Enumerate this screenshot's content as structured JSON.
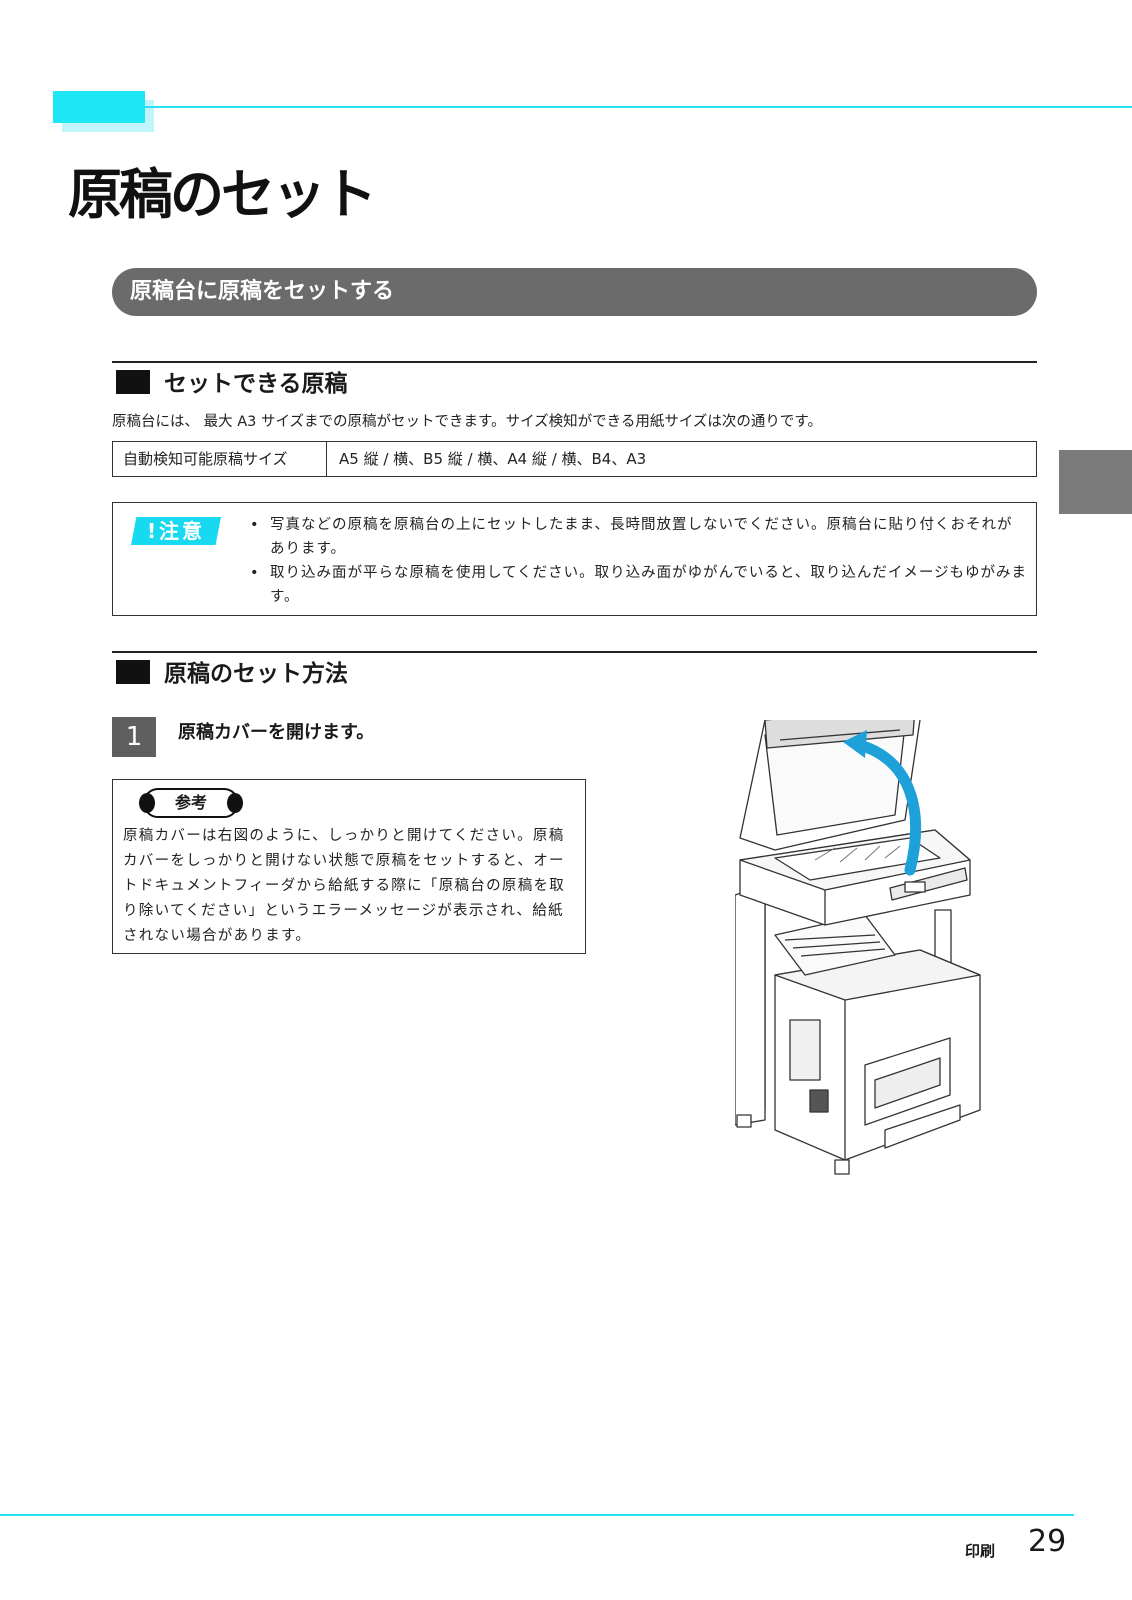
{
  "page": {
    "title": "原稿のセット",
    "section_title": "原稿台に原稿をセットする"
  },
  "subsection1": {
    "heading": "セットできる原稿",
    "intro": "原稿台には、 最大 A3 サイズまでの原稿がセットできます。サイズ検知ができる用紙サイズは次の通りです。",
    "table": {
      "label": "自動検知可能原稿サイズ",
      "value": "A5 縦 / 横、B5 縦 / 横、A4 縦 / 横、B4、A3"
    }
  },
  "caution": {
    "badge": "!注意",
    "items": [
      "写真などの原稿を原稿台の上にセットしたまま、長時間放置しないでください。原稿台に貼り付くおそれがあります。",
      "取り込み面が平らな原稿を使用してください。取り込み面がゆがんでいると、取り込んだイメージもゆがみます。"
    ]
  },
  "subsection2": {
    "heading": "原稿のセット方法"
  },
  "step1": {
    "number": "1",
    "text": "原稿カバーを開けます。"
  },
  "reference": {
    "badge": "参考",
    "text": "原稿カバーは右図のように、しっかりと開けてください。原稿カバーをしっかりと開けない状態で原稿をセットすると、オートドキュメントフィーダから給紙する際に「原稿台の原稿を取り除いてください」というエラーメッセージが表示され、給紙されない場合があります。"
  },
  "footer": {
    "label": "印刷",
    "page_number": "29"
  },
  "colors": {
    "accent_cyan": "#1fe6f5",
    "pill_gray": "#6b6b6b",
    "arrow_blue": "#1ea0d8"
  }
}
